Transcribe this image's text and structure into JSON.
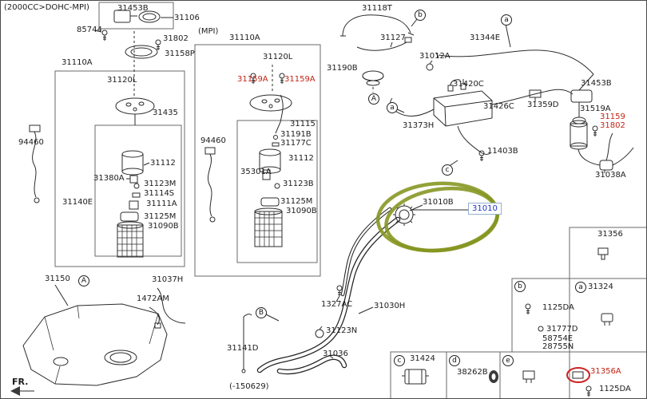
{
  "header": {
    "variant_label": "(2000CC>DOHC-MPI)",
    "mpi_label": "(MPI)",
    "date_label": "(-150629)",
    "fr_label": "FR."
  },
  "colors": {
    "highlight_green": "#84941e",
    "alert_red": "#c32415",
    "link_blue": "#2136c8",
    "line": "#2b2b2b"
  },
  "highlight": {
    "shape": "hand-drawn-ellipse",
    "target_part": "31010"
  },
  "parts": {
    "p31453B": "31453B",
    "p31106": "31106",
    "p85744": "85744",
    "p31802": "31802",
    "p31158P": "31158P",
    "p31110A": "31110A",
    "p31120L": "31120L",
    "p94460": "94460",
    "p31435": "31435",
    "p31112": "31112",
    "p31380A": "31380A",
    "p31123M": "31123M",
    "p31114S": "31114S",
    "p31140E": "31140E",
    "p31111A": "31111A",
    "p31125M": "31125M",
    "p31090B": "31090B",
    "p31150": "31150",
    "p31037H": "31037H",
    "p1472AM": "1472AM",
    "p31159A": "31159A",
    "p31115": "31115",
    "p31191B": "31191B",
    "p31177C": "31177C",
    "p35301A": "35301A",
    "p31123B": "31123B",
    "p31118T": "31118T",
    "p31127": "31127",
    "p31190B": "31190B",
    "p31012A": "31012A",
    "p31344E": "31344E",
    "p31420C": "31420C",
    "p31426C": "31426C",
    "p31373H": "31373H",
    "p11403B": "11403B",
    "p31359D": "31359D",
    "p31519A": "31519A",
    "p31159": "31159",
    "p31038A": "31038A",
    "p31010B": "31010B",
    "p31010": "31010",
    "p1327AC": "1327AC",
    "p31030H": "31030H",
    "p31123N": "31123N",
    "p31141D": "31141D",
    "p31036": "31036",
    "p31356": "31356",
    "p31324": "31324",
    "p1125DA": "1125DA",
    "p31777D": "31777D",
    "p58754E": "58754E",
    "p28755N": "28755N",
    "p31424": "31424",
    "p38262B": "38262B",
    "p31356A": "31356A"
  },
  "markers": {
    "A": "A",
    "B": "B",
    "a": "a",
    "b": "b",
    "c": "c",
    "d": "d",
    "e": "e"
  }
}
